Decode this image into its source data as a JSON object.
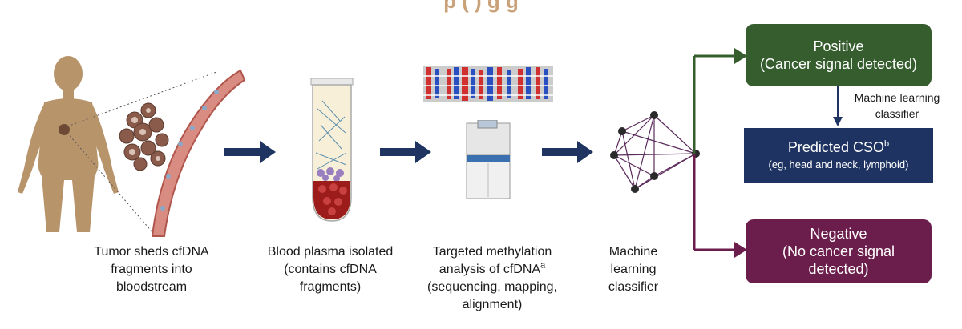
{
  "title_fragment": "p ( ) g g",
  "steps": [
    {
      "caption_lines": [
        "Tumor sheds cfDNA",
        "fragments into",
        "bloodstream"
      ]
    },
    {
      "caption_lines": [
        "Blood plasma isolated",
        "(contains cfDNA",
        "fragments)"
      ]
    },
    {
      "caption_lines": [
        "Targeted methylation",
        "analysis of cfDNA",
        "(sequencing, mapping,",
        "alignment)"
      ],
      "superscript": "a"
    },
    {
      "caption_lines": [
        "Machine",
        "learning",
        "classifier"
      ]
    }
  ],
  "outcomes": {
    "positive": {
      "title": "Positive",
      "subtitle": "(Cancer signal detected)"
    },
    "classifier_label": [
      "Machine learning",
      "classifier"
    ],
    "predicted": {
      "title": "Predicted CSO",
      "superscript": "b",
      "subtitle": "(eg, head and neck, lymphoid)"
    },
    "negative": {
      "title": "Negative",
      "subtitle_lines": [
        "(No cancer signal",
        "detected)"
      ]
    }
  },
  "colors": {
    "positive": "#355d2e",
    "predicted": "#1e3361",
    "negative": "#6b1d4c",
    "arrow": "#1f3461",
    "body": "#b8946a",
    "network": "#5a2a5a"
  }
}
